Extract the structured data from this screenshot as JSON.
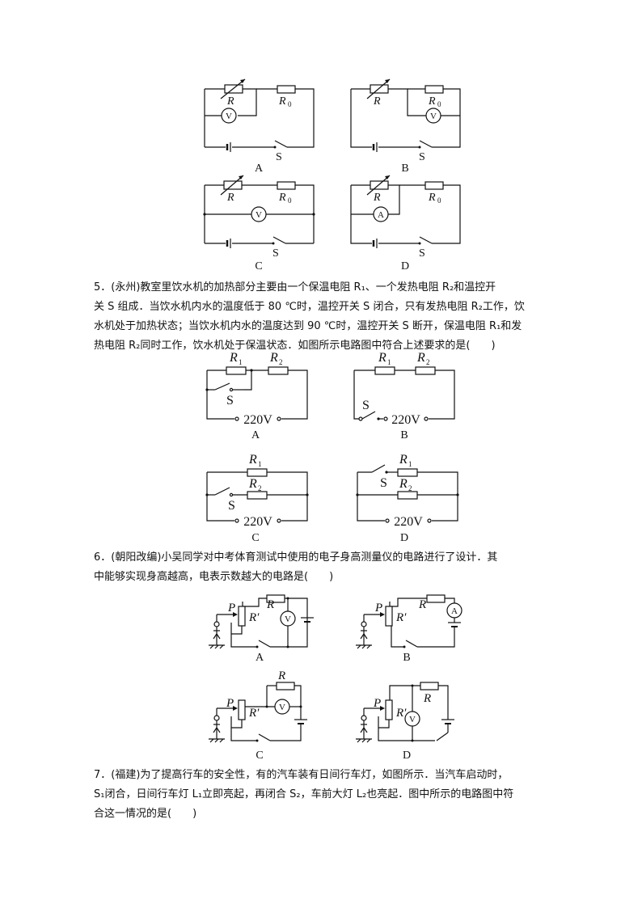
{
  "q4": {
    "label_R": "R",
    "label_R0": "R",
    "sub_0": "0",
    "meter_V": "V",
    "meter_A": "A",
    "switch": "S",
    "options": [
      "A",
      "B",
      "C",
      "D"
    ]
  },
  "q5": {
    "lines": [
      "5．(永州)教室里饮水机的加热部分主要由一个保温电阻 R₁、一个发热电阻 R₂和温控开",
      "关 S 组成．当饮水机内水的温度低于 80 ℃时，温控开关 S 闭合，只有发热电阻 R₂工作，饮",
      "水机处于加热状态；当饮水机内水的温度达到 90 ℃时，温控开关 S 断开，保温电阻 R₁和发",
      "热电阻 R₂同时工作，饮水机处于保温状态．如图所示电路图中符合上述要求的是(　　)"
    ],
    "R": "R",
    "sub1": "1",
    "sub2": "2",
    "switch": "S",
    "voltage": "220V",
    "options": [
      "A",
      "B",
      "C",
      "D"
    ]
  },
  "q6": {
    "lines": [
      "6．(朝阳改编)小吴同学对中考体育测试中使用的电子身高测量仪的电路进行了设计．其",
      "中能够实现身高越高，电表示数越大的电路是(　　)"
    ],
    "P": "P",
    "R": "R",
    "Rprime": "R′",
    "meter_V": "V",
    "meter_A": "A",
    "options": [
      "A",
      "B",
      "C",
      "D"
    ]
  },
  "q7": {
    "lines": [
      "7．(福建)为了提高行车的安全性，有的汽车装有日间行车灯，如图所示．当汽车启动时，",
      "S₁闭合，日间行车灯 L₁立即亮起，再闭合 S₂，车前大灯 L₂也亮起．图中所示的电路图中符",
      "合这一情况的是(　　)"
    ]
  }
}
